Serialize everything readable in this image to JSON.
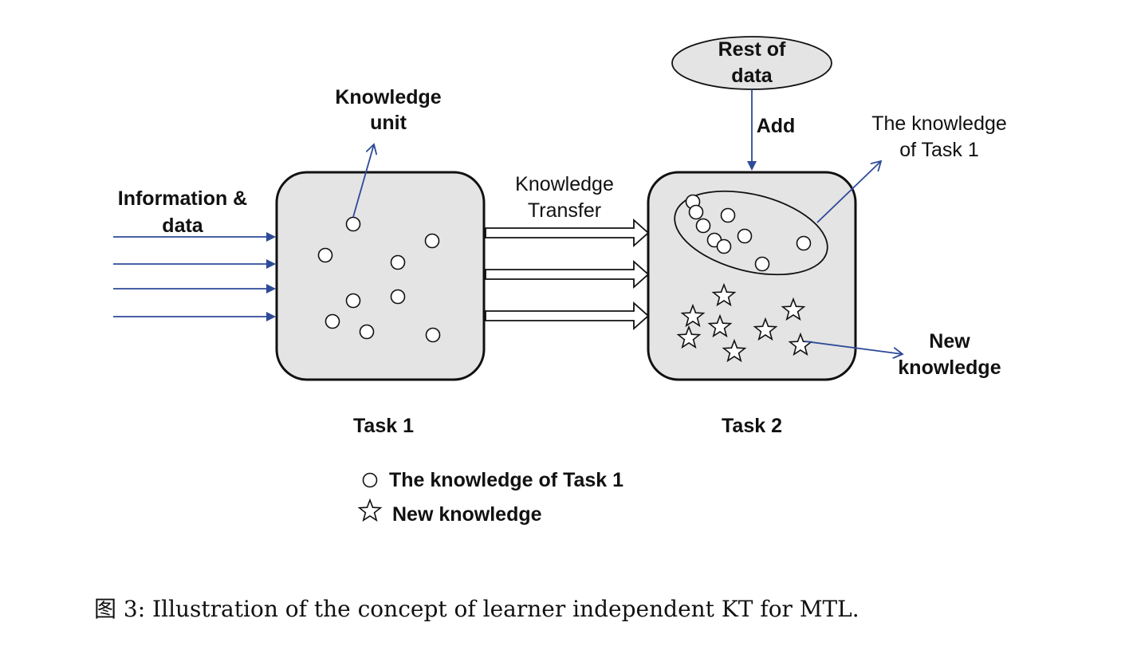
{
  "labels": {
    "knowledge_unit_1": "Knowledge",
    "knowledge_unit_2": "unit",
    "info_data_1": "Information &",
    "info_data_2": "data",
    "kt_1": "Knowledge",
    "kt_2": "Transfer",
    "rest_1": "Rest of",
    "rest_2": "data",
    "add": "Add",
    "know_t1_1": "The knowledge",
    "know_t1_2": "of Task 1",
    "new_1": "New",
    "new_2": "knowledge",
    "task1": "Task 1",
    "task2": "Task 2"
  },
  "legend": {
    "circle_label": "The knowledge of Task 1",
    "star_label": "New knowledge"
  },
  "caption": "图 3: Illustration of the concept of learner independent KT for MTL.",
  "colors": {
    "arrow_blue": "#2e4a99",
    "box_fill": "#e4e4e4"
  }
}
